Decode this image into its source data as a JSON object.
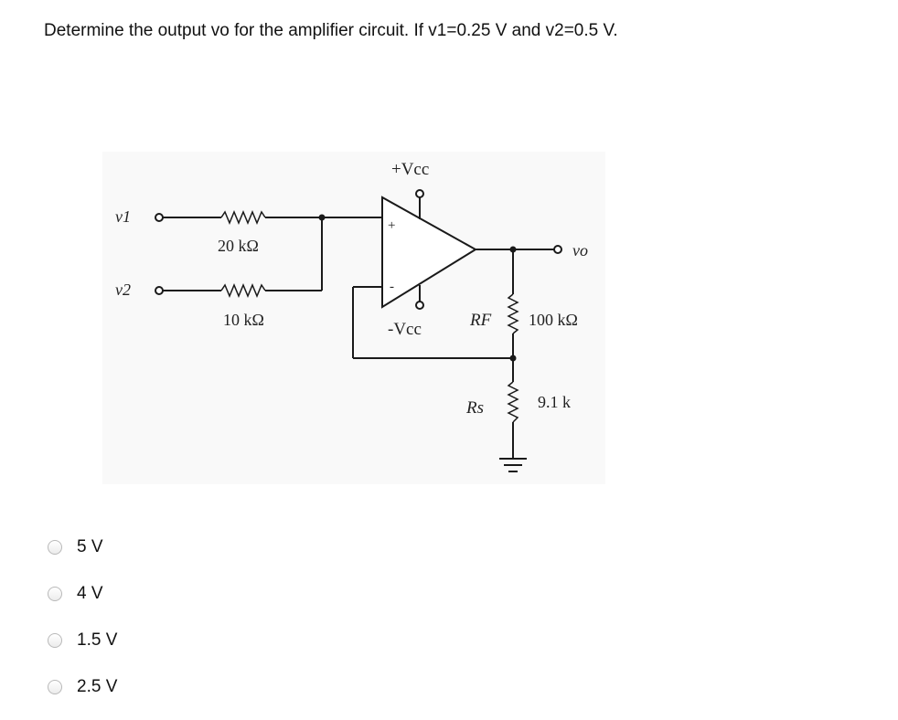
{
  "question": {
    "text": "Determine the output vo for the amplifier circuit. If v1=0.25 V and v2=0.5 V."
  },
  "circuit": {
    "v1_label": "v1",
    "v2_label": "v2",
    "vo_label": "vo",
    "r1_value": "20 kΩ",
    "r2_value": "10 kΩ",
    "rf_label": "RF",
    "rf_value": "100 kΩ",
    "rs_label": "Rs",
    "rs_value": "9.1 k",
    "vcc_pos": "+Vcc",
    "vcc_neg": "-Vcc",
    "plus_sign": "+",
    "minus_sign": "-"
  },
  "options": [
    {
      "label": "5 V"
    },
    {
      "label": "4 V"
    },
    {
      "label": "1.5 V"
    },
    {
      "label": "2.5 V"
    }
  ]
}
